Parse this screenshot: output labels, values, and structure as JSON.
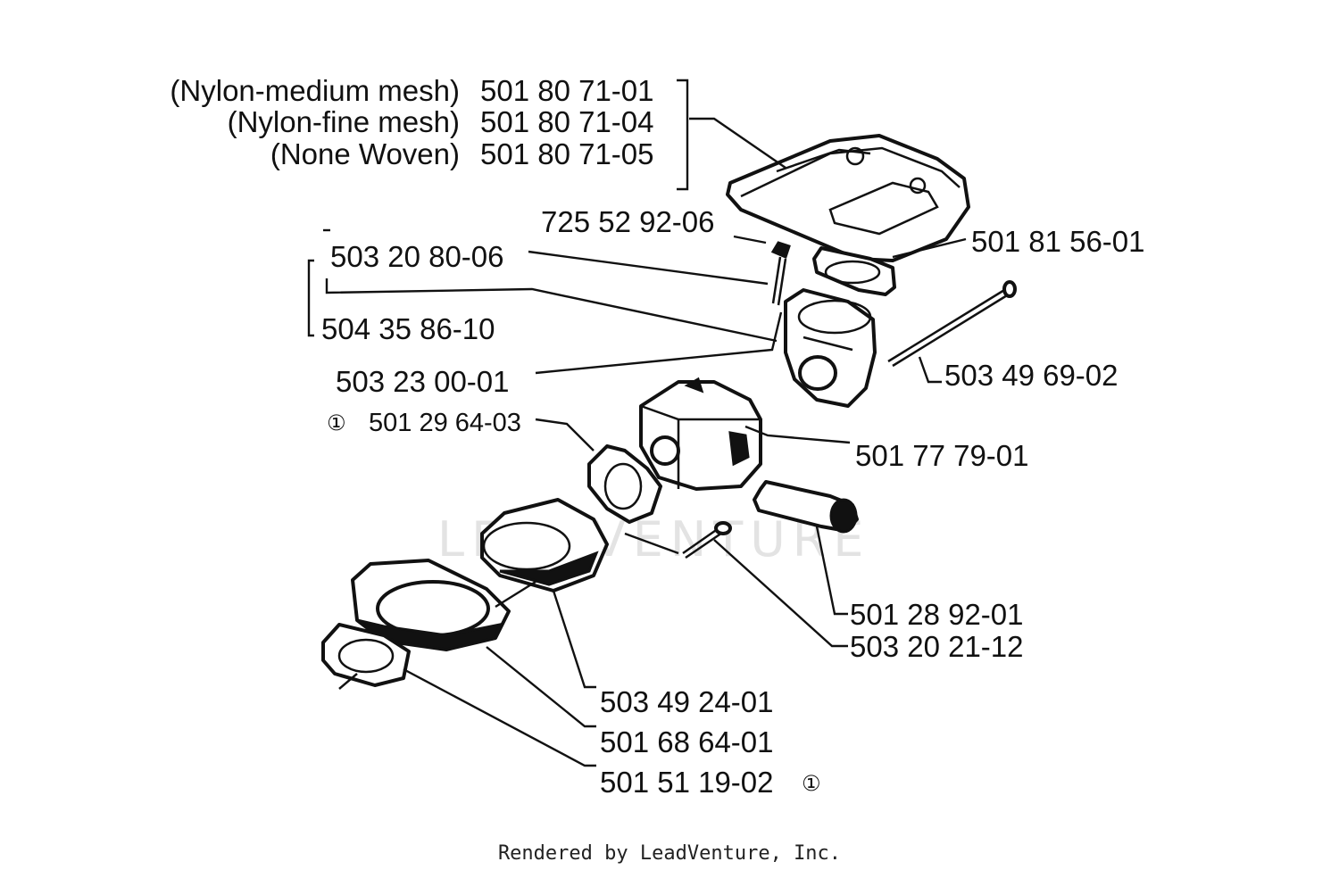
{
  "filter_options": [
    {
      "desc": "(Nylon-medium mesh)",
      "part": "501 80 71-01"
    },
    {
      "desc": "(Nylon-fine mesh)",
      "part": "501 80 71-04"
    },
    {
      "desc": "(None Woven)",
      "part": "501 80 71-05"
    }
  ],
  "parts": {
    "p1": "725 52 92-06",
    "p2": "501 81 56-01",
    "p3": "503 20 80-06",
    "p4": "504 35 86-10",
    "p5": "503 49 69-02",
    "p6": "503 23 00-01",
    "p7": "501 29 64-03",
    "p8": "501 77 79-01",
    "p9": "501 28 92-01",
    "p10": "503 20 21-12",
    "p11": "503 49 24-01",
    "p12": "501 68 64-01",
    "p13": "501 51 19-02"
  },
  "ref_symbol": "①",
  "watermark": "LEADVENTURE",
  "footer": "Rendered by LeadVenture, Inc."
}
